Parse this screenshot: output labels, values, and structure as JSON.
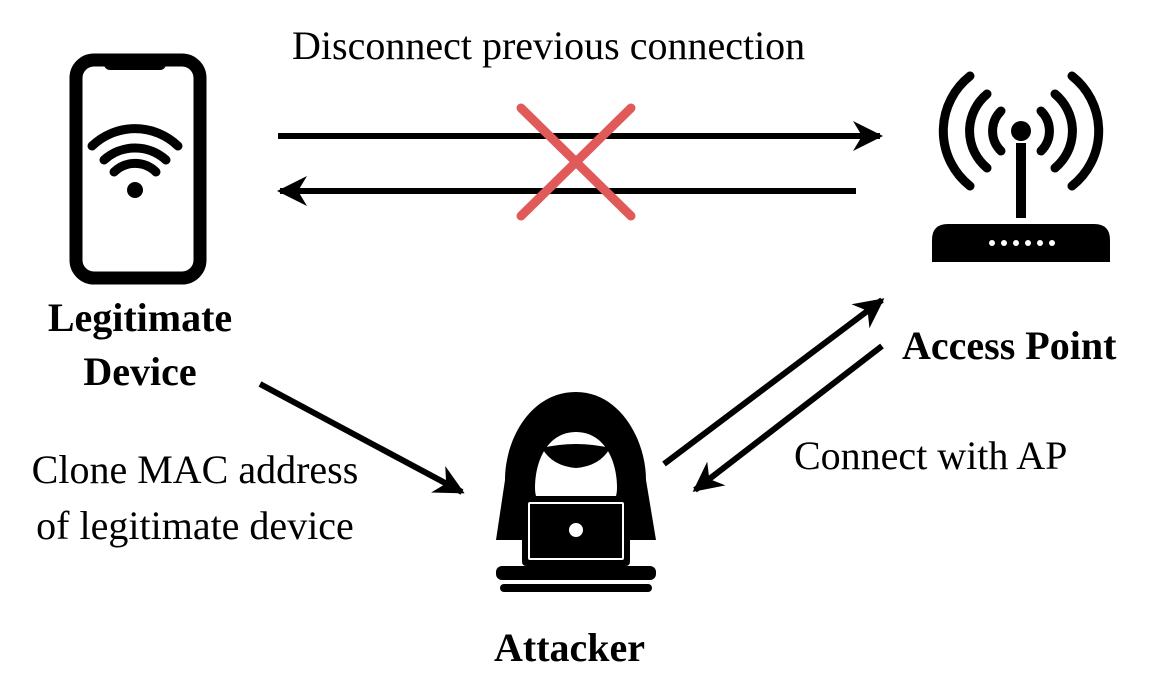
{
  "nodes": {
    "legitimate_device": {
      "label_line1": "Legitimate",
      "label_line2": "Device",
      "icon": "smartphone-wifi-icon"
    },
    "access_point": {
      "label": "Access Point",
      "icon": "wifi-router-icon"
    },
    "attacker": {
      "label": "Attacker",
      "icon": "hooded-hacker-laptop-icon"
    }
  },
  "edges": {
    "disconnect": {
      "label": "Disconnect previous connection",
      "blocked_marker": "x-cross-icon"
    },
    "clone": {
      "label_line1": "Clone MAC address",
      "label_line2": "of legitimate device"
    },
    "connect": {
      "label": "Connect with AP"
    }
  },
  "colors": {
    "stroke": "#000000",
    "blocked": "#e05a5a",
    "background": "#ffffff"
  }
}
